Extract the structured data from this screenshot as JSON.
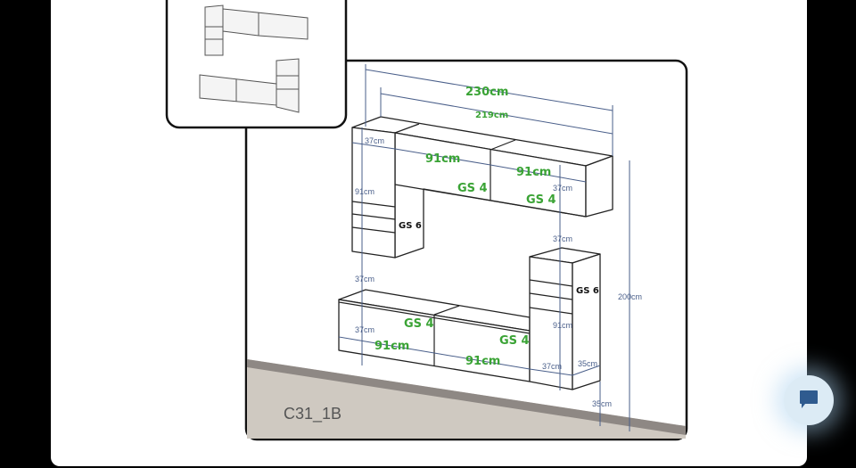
{
  "product_code": "C31_1B",
  "dimensions": {
    "total_width": "230cm",
    "upper_width": "219cm",
    "upper_tower_width": "37cm",
    "upper_cab1_width": "91cm",
    "upper_cab2_width": "91cm",
    "upper_cab_height": "37cm",
    "upper_tower_height": "91cm",
    "gap_right": "37cm",
    "gap_left": "37cm",
    "total_height": "200cm",
    "lower_cab_height": "37cm",
    "lower_cab1_width": "91cm",
    "lower_cab2_width": "91cm",
    "lower_tower_height": "91cm",
    "lower_tower_width": "37cm",
    "depth": "35cm",
    "floor_clearance": "35cm"
  },
  "modules": {
    "upper_cab1": "GS 4",
    "upper_cab2": "GS 4",
    "upper_tower": "GS 6",
    "lower_tower": "GS 6",
    "lower_cab1": "GS 4",
    "lower_cab2": "GS 4"
  },
  "colors": {
    "label_green": "#3aa335",
    "dimension_blue": "#4a5f8a",
    "chat_icon": "#2f5b8f"
  }
}
